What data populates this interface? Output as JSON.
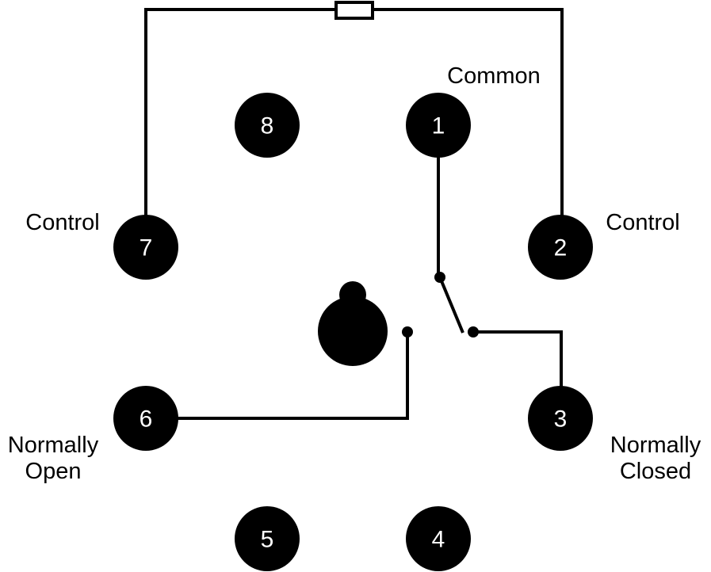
{
  "diagram": {
    "colors": {
      "foreground": "#000000",
      "background": "#ffffff",
      "pin_text": "#ffffff"
    },
    "pins": [
      {
        "number": "1",
        "terminal": "common"
      },
      {
        "number": "2",
        "terminal": "control"
      },
      {
        "number": "3",
        "terminal": "normally-closed"
      },
      {
        "number": "4",
        "terminal": "unused"
      },
      {
        "number": "5",
        "terminal": "unused"
      },
      {
        "number": "6",
        "terminal": "normally-open"
      },
      {
        "number": "7",
        "terminal": "control"
      },
      {
        "number": "8",
        "terminal": "unused"
      }
    ],
    "labels": {
      "common": "Common",
      "control_left": "Control",
      "control_right": "Control",
      "normally_open_line1": "Normally",
      "normally_open_line2": "Open",
      "normally_closed_line1": "Normally",
      "normally_closed_line2": "Closed"
    },
    "icons": {
      "coil": "coil-resistor-icon",
      "key": "keyway-tab-icon"
    }
  }
}
